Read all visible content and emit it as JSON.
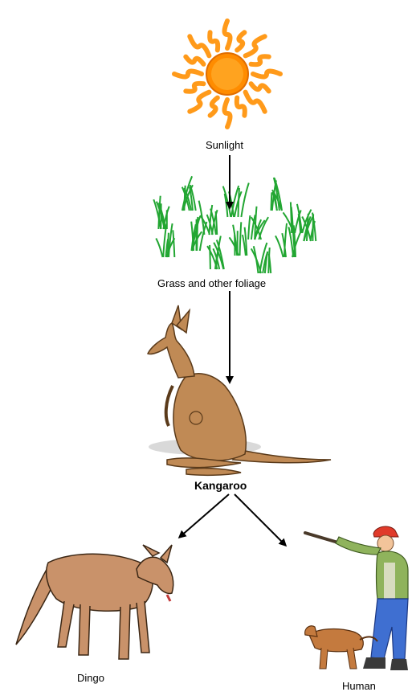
{
  "diagram": {
    "nodes": {
      "sunlight": "Sunlight",
      "grass": "Grass and other foliage",
      "kangaroo": "Kangaroo",
      "dingo": "Dingo",
      "human": "Human"
    },
    "edges": [
      {
        "from": "Sunlight",
        "to": "Grass and other foliage"
      },
      {
        "from": "Grass and other foliage",
        "to": "Kangaroo"
      },
      {
        "from": "Kangaroo",
        "to": "Dingo"
      },
      {
        "from": "Kangaroo",
        "to": "Human"
      }
    ],
    "colors": {
      "sun": "#ff9a1a",
      "sun_core": "#ff8c00",
      "grass": "#22a632",
      "kangaroo": "#c08a55",
      "dingo": "#c9926a",
      "hunter_jacket": "#8fb35c",
      "hunter_pants": "#3f6fd1",
      "hunter_cap": "#e03a2a",
      "dog": "#c47a3e"
    }
  }
}
